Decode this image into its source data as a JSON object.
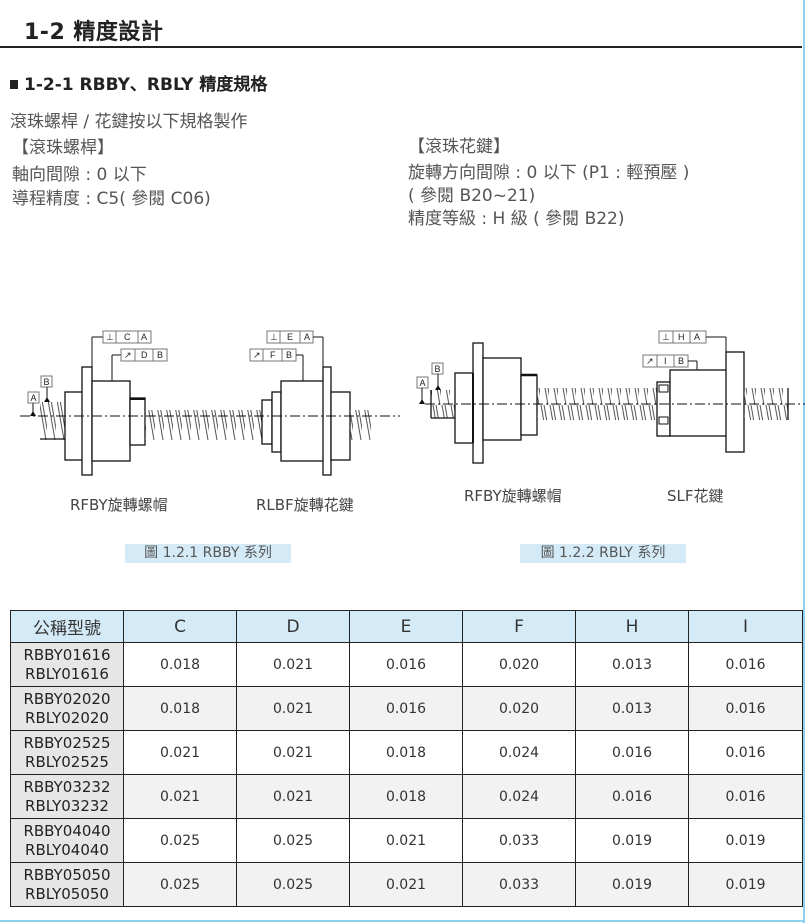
{
  "page": {
    "title": "1-2 精度設計",
    "section_heading": "1-2-1 RBBY、RBLY 精度規格",
    "intro": "滾珠螺桿 / 花鍵按以下規格製作"
  },
  "ball_screw": {
    "heading": "【滾珠螺桿】",
    "lines": [
      "軸向間隙 : 0 以下",
      "導程精度 : C5( 參閱 C06)"
    ]
  },
  "ball_spline": {
    "heading": "【滾珠花鍵】",
    "lines": [
      "旋轉方向間隙 : 0 以下 (P1 : 輕預壓 )",
      "( 參閱 B20~21)",
      "精度等級 : H 級 ( 參閱 B22)"
    ]
  },
  "figures": [
    {
      "caption": "圖 1.2.1 RBBY 系列",
      "labels": [
        "RFBY旋轉螺帽",
        "RLBF旋轉花鍵"
      ],
      "datums": [
        "A",
        "B"
      ],
      "tolerance_frames": [
        [
          "⊥",
          "C",
          "A"
        ],
        [
          "↗",
          "D",
          "B"
        ],
        [
          "⊥",
          "E",
          "A"
        ],
        [
          "↗",
          "F",
          "B"
        ]
      ]
    },
    {
      "caption": "圖 1.2.2 RBLY 系列",
      "labels": [
        "RFBY旋轉螺帽",
        "SLF花鍵"
      ],
      "datums": [
        "A",
        "B"
      ],
      "tolerance_frames": [
        [
          "⊥",
          "H",
          "A"
        ],
        [
          "↗",
          "I",
          "B"
        ]
      ]
    }
  ],
  "table": {
    "headers": [
      "公稱型號",
      "C",
      "D",
      "E",
      "F",
      "H",
      "I"
    ],
    "rows": [
      {
        "model": [
          "RBBY01616",
          "RBLY01616"
        ],
        "values": [
          "0.018",
          "0.021",
          "0.016",
          "0.020",
          "0.013",
          "0.016"
        ]
      },
      {
        "model": [
          "RBBY02020",
          "RBLY02020"
        ],
        "values": [
          "0.018",
          "0.021",
          "0.016",
          "0.020",
          "0.013",
          "0.016"
        ]
      },
      {
        "model": [
          "RBBY02525",
          "RBLY02525"
        ],
        "values": [
          "0.021",
          "0.021",
          "0.018",
          "0.024",
          "0.016",
          "0.016"
        ]
      },
      {
        "model": [
          "RBBY03232",
          "RBLY03232"
        ],
        "values": [
          "0.021",
          "0.021",
          "0.018",
          "0.024",
          "0.016",
          "0.016"
        ]
      },
      {
        "model": [
          "RBBY04040",
          "RBLY04040"
        ],
        "values": [
          "0.025",
          "0.025",
          "0.021",
          "0.033",
          "0.019",
          "0.019"
        ]
      },
      {
        "model": [
          "RBBY05050",
          "RBLY05050"
        ],
        "values": [
          "0.025",
          "0.025",
          "0.021",
          "0.033",
          "0.019",
          "0.019"
        ]
      }
    ]
  },
  "colors": {
    "header_bg": "#d4ebf7",
    "caption_bg": "#d4ebf7",
    "frame_border": "#8fd0ee",
    "model_cell_bg": "#e6e6e6",
    "alt_row_bg": "#f2f2f2"
  }
}
